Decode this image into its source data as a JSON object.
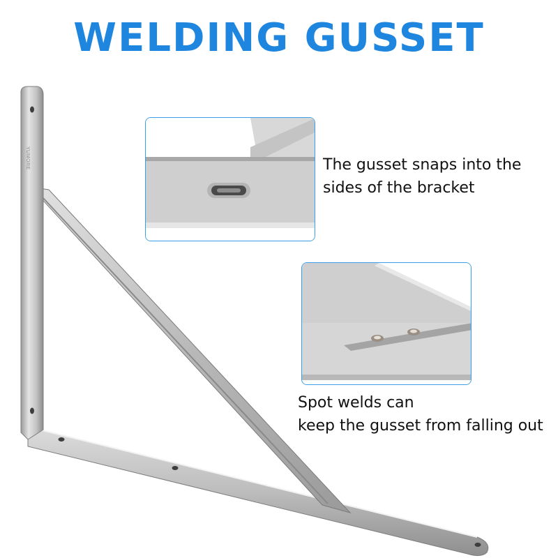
{
  "title": "WELDING GUSSET",
  "brand_mark": "YUMORE",
  "accent_color": "#1f86e0",
  "inset_border_color": "#3a9ee6",
  "captions": [
    {
      "line1": "The gusset snaps into the",
      "line2": "sides of the bracket"
    },
    {
      "line1": "Spot welds can",
      "line2": "keep the gusset from falling out"
    }
  ]
}
